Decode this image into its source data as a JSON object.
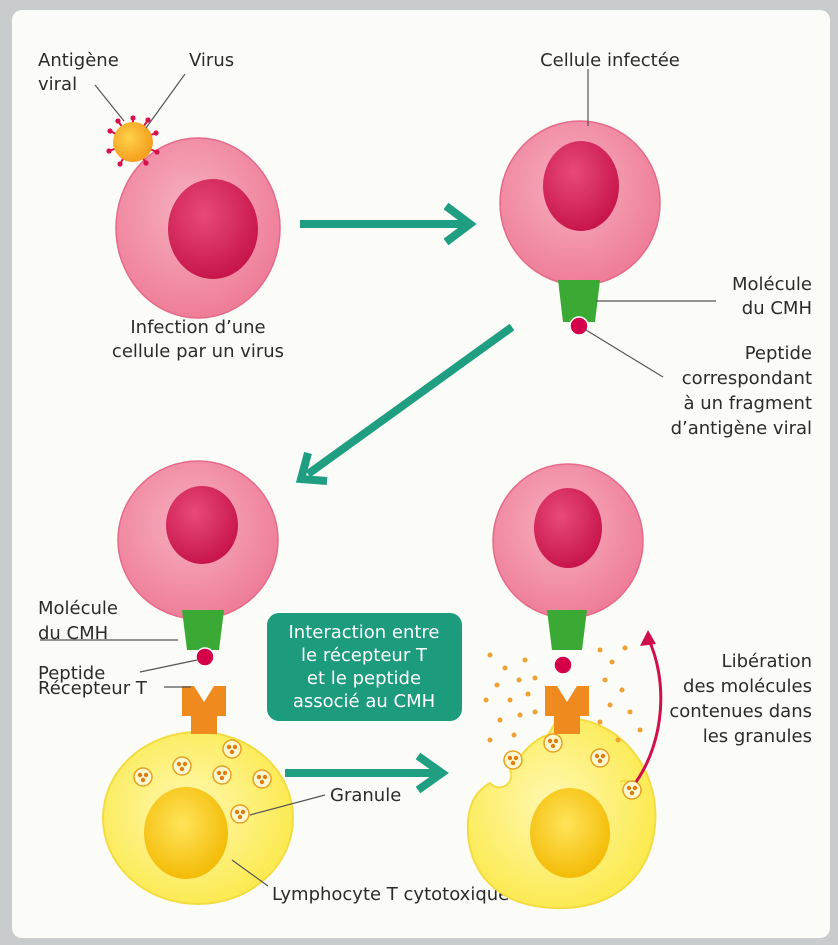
{
  "labels": {
    "antigene_viral": [
      "Antigène",
      "viral"
    ],
    "virus": "Virus",
    "cellule_infectee": "Cellule infectée",
    "infection": [
      "Infection d’une",
      "cellule par un virus"
    ],
    "molecule_cmh_top": [
      "Molécule",
      "du CMH"
    ],
    "peptide_top": [
      "Peptide",
      "correspondant",
      "à un fragment",
      "d’antigène viral"
    ],
    "molecule_cmh_left": [
      "Molécule",
      "du CMH"
    ],
    "peptide_left": "Peptide",
    "recepteur_t": "Récepteur T",
    "interaction": [
      "Interaction entre",
      "le récepteur T",
      "et le peptide",
      "associé au CMH"
    ],
    "liberation": [
      "Libération",
      "des molécules",
      "contenues dans",
      "les granules"
    ],
    "granule": "Granule",
    "lymphocyte": "Lymphocyte T cytotoxique"
  },
  "colors": {
    "panel": "#fbfcf8",
    "cell_outer": "#f08aa2",
    "cell_nucleus": "#d4245a",
    "mhc": "#3aaa35",
    "peptide": "#d6004a",
    "receptor": "#ef8a1e",
    "lymphocyte_outer": "#fff36e",
    "lymphocyte_nucleus": "#f5c400",
    "arrow": "#1f9e82",
    "box": "#1d9b7d",
    "release_arrow": "#d0104c",
    "granule_dot": "#f0a030",
    "leader": "#555555"
  }
}
